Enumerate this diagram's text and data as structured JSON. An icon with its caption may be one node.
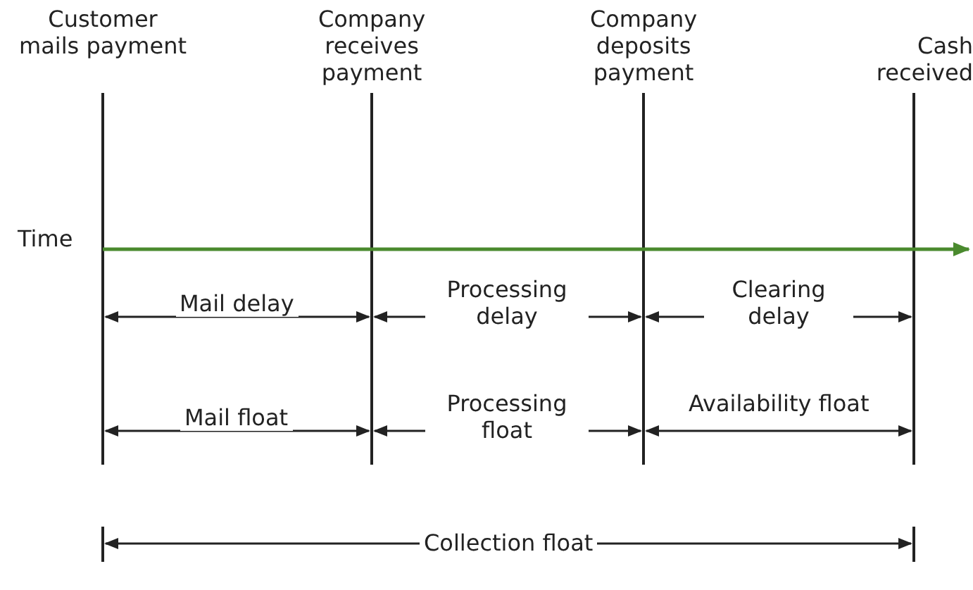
{
  "diagram": {
    "labels": [
      "Customer mails payment",
      "Company receives payment",
      "Company deposits payment",
      "Cash received",
      "Time",
      "Mail delay",
      "Processing delay",
      "Clearing delay",
      "Mail float",
      "Processing float",
      "Availability float",
      "Collection float"
    ]
  }
}
